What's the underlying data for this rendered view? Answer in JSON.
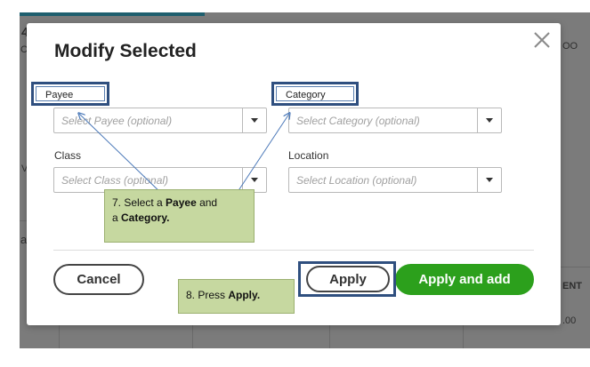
{
  "background": {
    "fragments": [
      "4",
      "C",
      "V",
      "a",
      "OO",
      "ENT",
      ".00"
    ]
  },
  "dialog": {
    "title": "Modify Selected",
    "fields": {
      "payee": {
        "label": "Payee",
        "placeholder": "Select Payee (optional)"
      },
      "category": {
        "label": "Category",
        "placeholder": "Select Category (optional)"
      },
      "class": {
        "label": "Class",
        "placeholder": "Select Class (optional)"
      },
      "location": {
        "label": "Location",
        "placeholder": "Select Location (optional)"
      }
    },
    "buttons": {
      "cancel": "Cancel",
      "apply": "Apply",
      "apply_and_add": "Apply and add"
    }
  },
  "annotations": {
    "step7": {
      "prefix": "7. Select a ",
      "payee": "Payee",
      "middle": " and",
      "line2_prefix": "a ",
      "category": "Category",
      "end": "."
    },
    "step8": {
      "prefix": "8. Press ",
      "apply": "Apply",
      "end": "."
    }
  },
  "colors": {
    "primary_green": "#2ca01c",
    "callout_green": "#c6d8a0",
    "highlight_border": "#2f4f7f"
  }
}
